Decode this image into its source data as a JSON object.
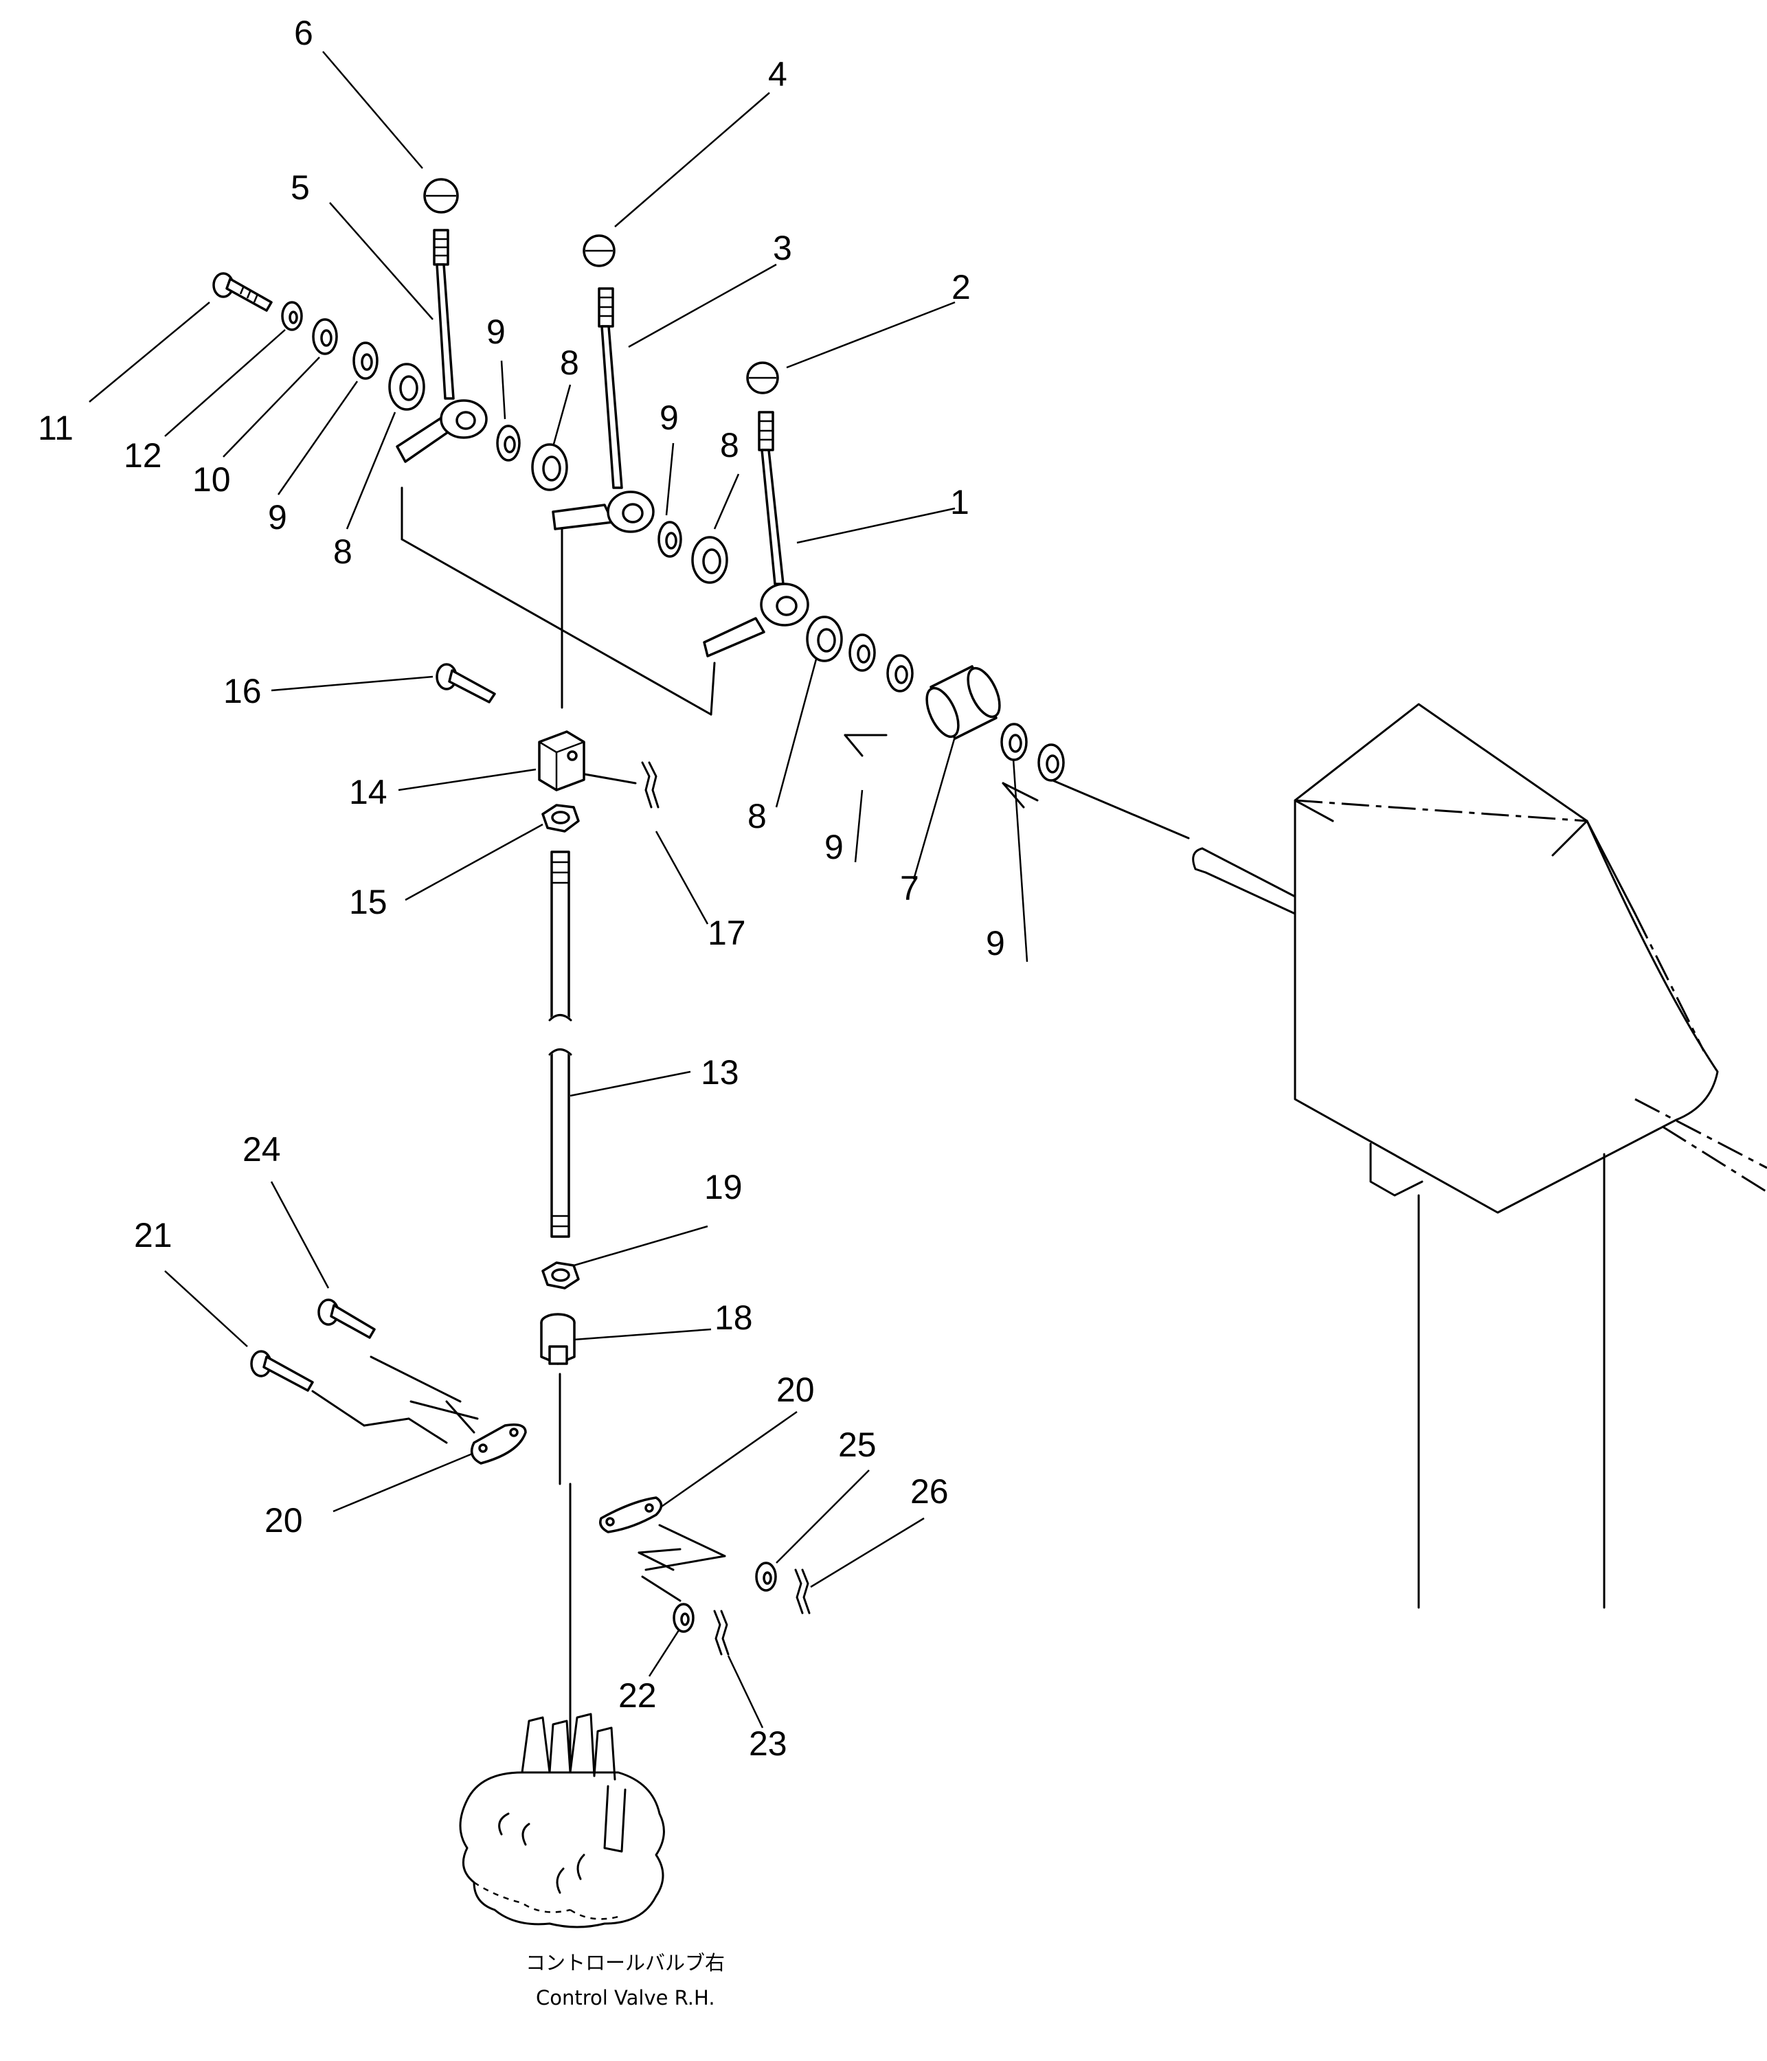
{
  "callouts": [
    {
      "id": "c6",
      "text": "6"
    },
    {
      "id": "c4",
      "text": "4"
    },
    {
      "id": "c5",
      "text": "5"
    },
    {
      "id": "c3",
      "text": "3"
    },
    {
      "id": "c2",
      "text": "2"
    },
    {
      "id": "c11",
      "text": "11"
    },
    {
      "id": "c12",
      "text": "12"
    },
    {
      "id": "c10",
      "text": "10"
    },
    {
      "id": "c9a",
      "text": "9"
    },
    {
      "id": "c8a",
      "text": "8"
    },
    {
      "id": "c9b",
      "text": "9"
    },
    {
      "id": "c8b",
      "text": "8"
    },
    {
      "id": "c9c",
      "text": "9"
    },
    {
      "id": "c8c",
      "text": "8"
    },
    {
      "id": "c1",
      "text": "1"
    },
    {
      "id": "c16",
      "text": "16"
    },
    {
      "id": "c14",
      "text": "14"
    },
    {
      "id": "c15",
      "text": "15"
    },
    {
      "id": "c17",
      "text": "17"
    },
    {
      "id": "c8d",
      "text": "8"
    },
    {
      "id": "c9d",
      "text": "9"
    },
    {
      "id": "c7",
      "text": "7"
    },
    {
      "id": "c9e",
      "text": "9"
    },
    {
      "id": "c13",
      "text": "13"
    },
    {
      "id": "c24",
      "text": "24"
    },
    {
      "id": "c19",
      "text": "19"
    },
    {
      "id": "c21",
      "text": "21"
    },
    {
      "id": "c18",
      "text": "18"
    },
    {
      "id": "c20a",
      "text": "20"
    },
    {
      "id": "c20b",
      "text": "20"
    },
    {
      "id": "c25",
      "text": "25"
    },
    {
      "id": "c26",
      "text": "26"
    },
    {
      "id": "c22",
      "text": "22"
    },
    {
      "id": "c23",
      "text": "23"
    }
  ],
  "caption": {
    "japanese": "コントロールバルブ右",
    "english": "Control Valve R.H."
  }
}
